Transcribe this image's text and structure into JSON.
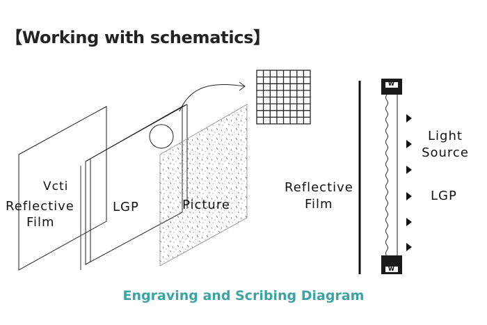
{
  "title": "【Working with schematics】",
  "exploded_view": {
    "reflective_film_top": "Vcti",
    "reflective_film_line1": "Reflective",
    "reflective_film_line2": "Film",
    "lgp": "LGP",
    "picture": "Picture"
  },
  "cross_section": {
    "reflective_film_line1": "Reflective",
    "reflective_film_line2": "Film",
    "light_source_line1": "Light",
    "light_source_line2": "Source",
    "lgp": "LGP",
    "frame_top_mark": "W",
    "frame_bottom_mark": "W"
  },
  "caption": "Engraving and Scribing Diagram",
  "colors": {
    "caption": "#3aa3a3",
    "title": "#222222",
    "lines": "#111111"
  }
}
